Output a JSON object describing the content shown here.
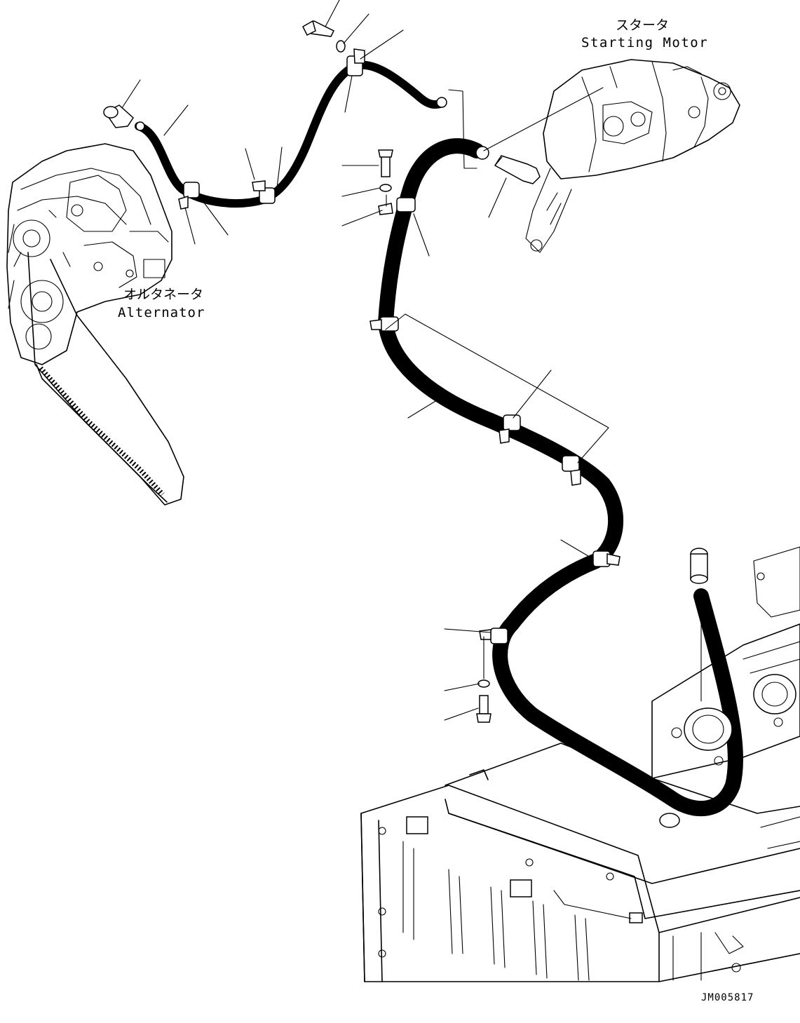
{
  "labels": {
    "starting_motor_jp": "スタータ",
    "starting_motor_en": "Starting Motor",
    "alternator_jp": "オルタネータ",
    "alternator_en": "Alternator",
    "drawing_number": "JM005817"
  },
  "icons": {
    "alternator": "alternator-icon",
    "starting_motor": "starter-motor-icon",
    "frame": "machine-frame-icon",
    "battery_switch": "battery-relay-icon"
  }
}
